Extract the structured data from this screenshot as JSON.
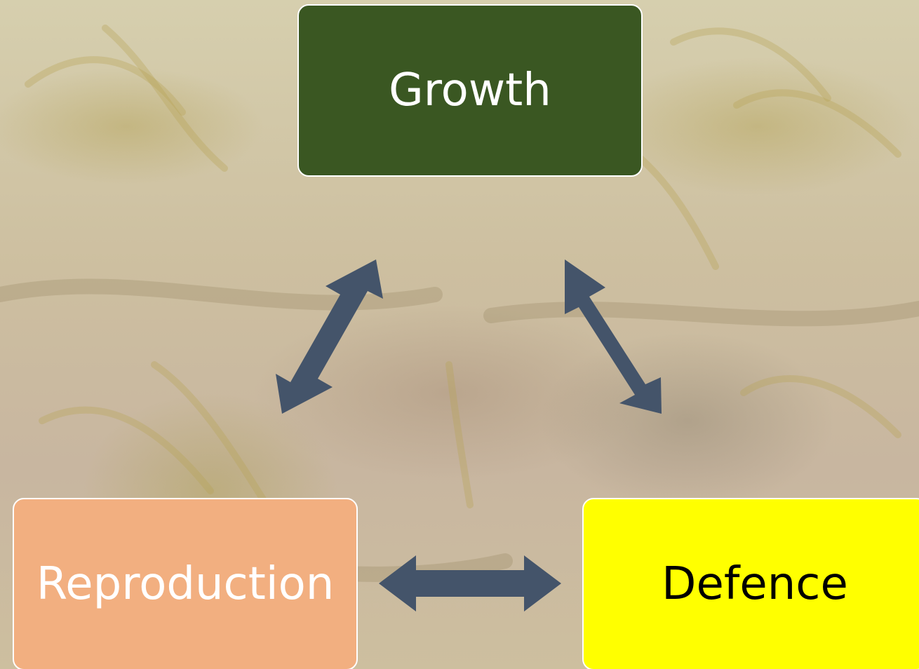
{
  "diagram": {
    "nodes": [
      {
        "id": "growth",
        "label": "Growth",
        "color": "#3a5722",
        "text_color": "#ffffff"
      },
      {
        "id": "reproduction",
        "label": "Reproduction",
        "color": "#f2af80",
        "text_color": "#ffffff"
      },
      {
        "id": "defence",
        "label": "Defence",
        "color": "#ffff00",
        "text_color": "#000000"
      }
    ],
    "edges": [
      {
        "from": "growth",
        "to": "reproduction",
        "type": "double-arrow"
      },
      {
        "from": "growth",
        "to": "defence",
        "type": "double-arrow"
      },
      {
        "from": "reproduction",
        "to": "defence",
        "type": "double-arrow"
      }
    ],
    "arrow_color": "#44546a",
    "background": "faded kelp seaweed photo"
  }
}
